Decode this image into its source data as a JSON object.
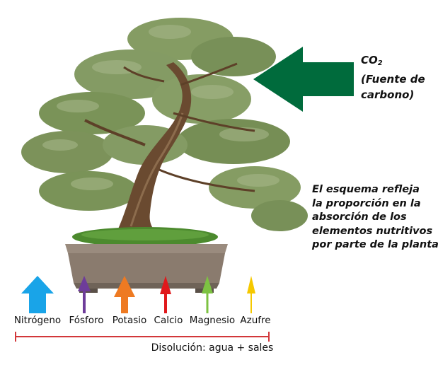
{
  "co2": {
    "formula_main": "CO",
    "formula_sub": "2",
    "line2": "(Fuente de",
    "line3": "carbono)"
  },
  "note_lines": [
    "El esquema refleja",
    "la  proporción en la",
    "absorción de los",
    "elementos nutritivos",
    "por parte de la planta"
  ],
  "nutrients": [
    {
      "label": "Nitrógeno",
      "color": "#19a4e8"
    },
    {
      "label": "Fósforo",
      "color": "#6e3c9a"
    },
    {
      "label": "Potasio",
      "color": "#ee7a22"
    },
    {
      "label": "Calcio",
      "color": "#e0191c"
    },
    {
      "label": "Magnesio",
      "color": "#7dc242"
    },
    {
      "label": "Azufre",
      "color": "#f5c800"
    }
  ],
  "solution_label": "Disolución: agua + sales",
  "colors": {
    "co2_arrow": "#006b3c",
    "baseline": "#d2373a",
    "foliage": "#6f8a4a",
    "trunk": "#6a4a30",
    "moss": "#4c8a2e",
    "pot": "#8a7b6e"
  }
}
